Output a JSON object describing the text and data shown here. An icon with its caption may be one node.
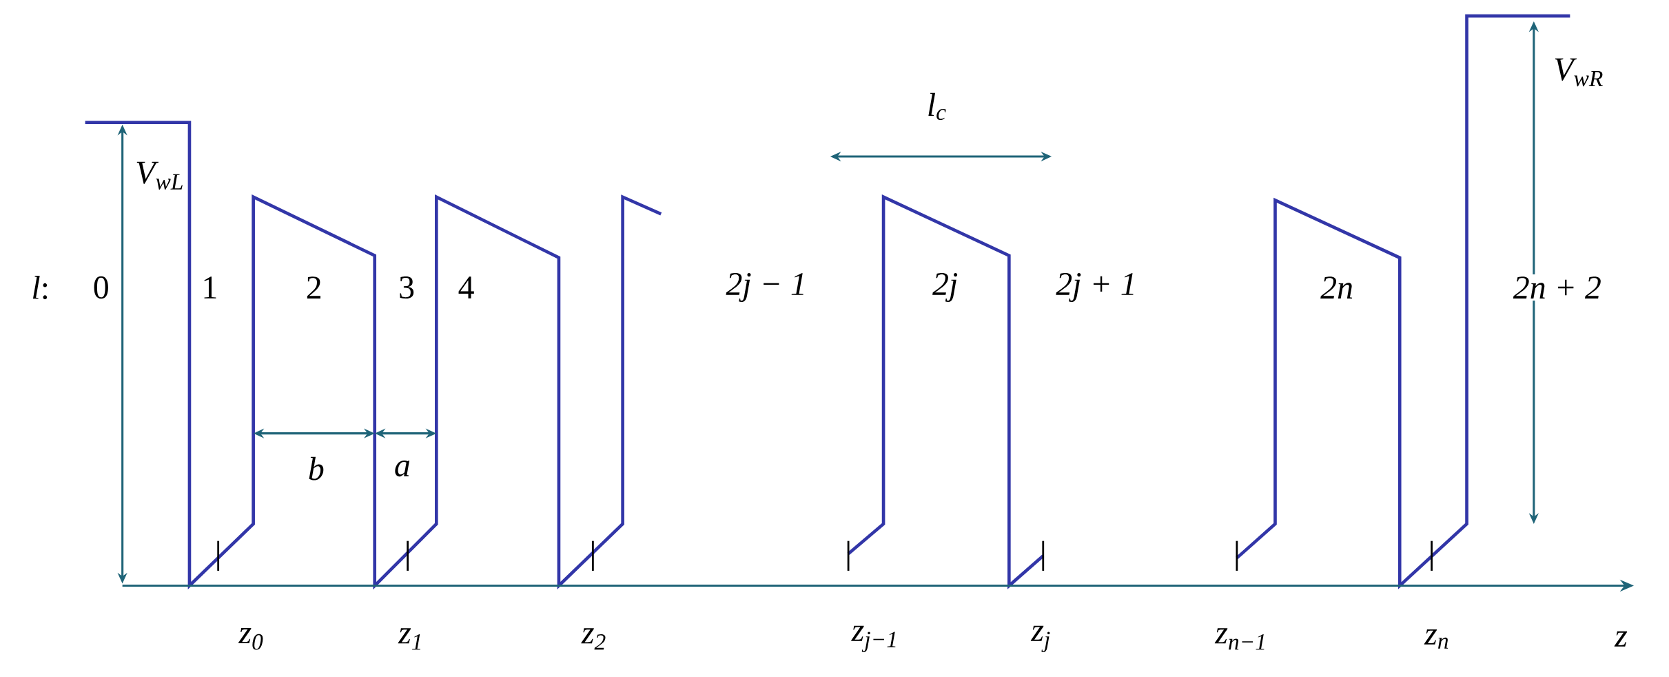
{
  "diagram": {
    "labels": [
      "V$_{wR}$",
      "l$_{c}$",
      "V$_{wL}$",
      "*l*:",
      "0",
      "1",
      "2",
      "3",
      "4",
      "2j − 1",
      "2j",
      "2j + 1",
      "2n",
      "2n + 2",
      "b",
      "a",
      "z$_{0}$",
      "z$_{1}$",
      "z$_{2}$",
      "z$_{j−1}$",
      "z$_{j}$",
      "z$_{n−1}$",
      "z$_{n}$",
      "z"
    ]
  }
}
